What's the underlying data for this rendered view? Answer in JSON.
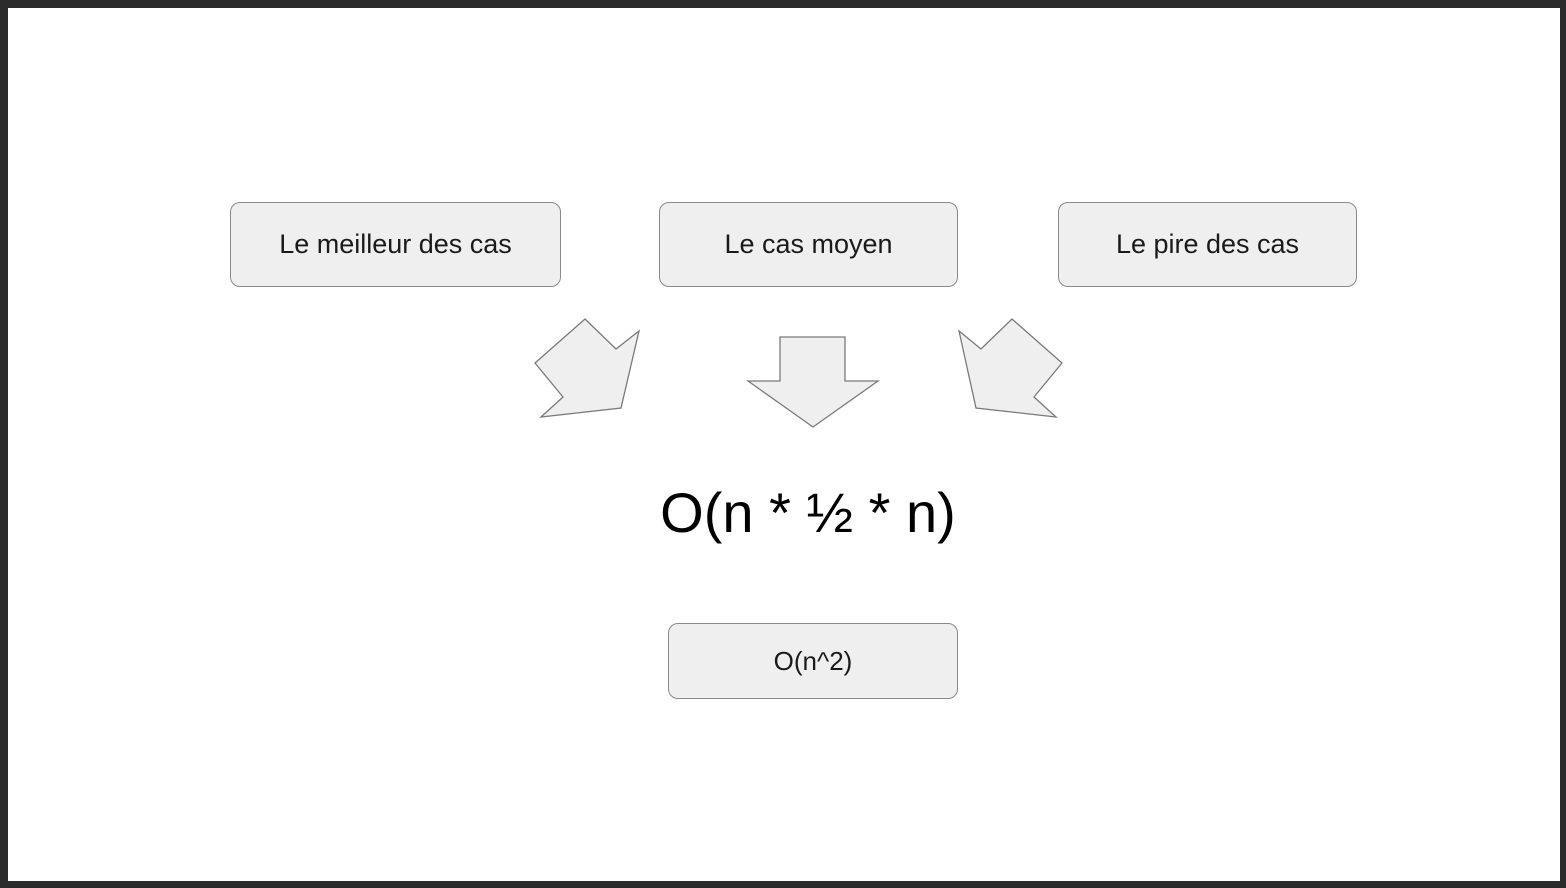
{
  "diagram": {
    "cases": {
      "best": "Le meilleur des cas",
      "average": "Le cas moyen",
      "worst": "Le pire des cas"
    },
    "formula": "O(n * ½ * n)",
    "result": "O(n^2)",
    "colors": {
      "box_fill": "#efefef",
      "box_border": "#8a8a8a",
      "arrow_fill": "#efefef",
      "arrow_stroke": "#7a7a7a",
      "text": "#1a1a1a"
    }
  }
}
